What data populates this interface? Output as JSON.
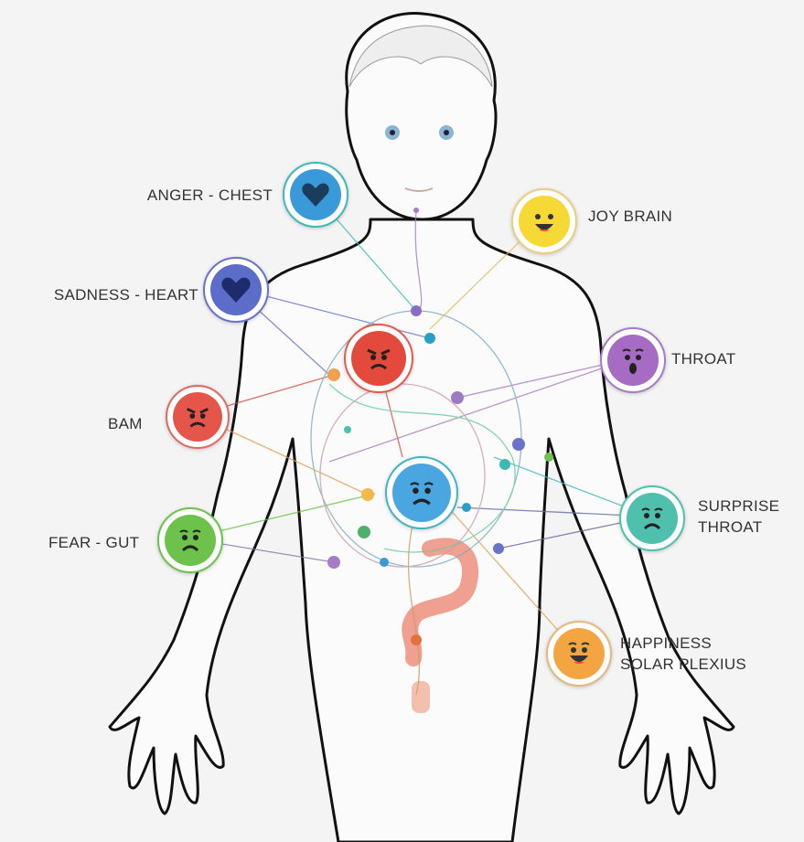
{
  "nodes": [
    {
      "id": "anger-chest",
      "label": "ANGER - CHEST",
      "icon": "heart-icon",
      "color": "#3a9ad9",
      "ring": "#3fb8b8"
    },
    {
      "id": "joy-brain",
      "label": "JOY BRAIN",
      "icon": "happy-face-icon",
      "color": "#f6d934",
      "ring": "#e9cf80"
    },
    {
      "id": "sadness-heart",
      "label": "SADNESS - HEART",
      "icon": "heart-icon",
      "color": "#5b6cc9",
      "ring": "#6a72c9"
    },
    {
      "id": "center-angry",
      "icon": "angry-face-icon",
      "color": "#e34a3c",
      "ring": "#e45a4a"
    },
    {
      "id": "throat",
      "label": "THROAT",
      "icon": "surprised-face-icon",
      "color": "#a66cc4",
      "ring": "#a77cc7"
    },
    {
      "id": "bam",
      "label": "BAM",
      "icon": "angry-face-icon",
      "color": "#e5554a",
      "ring": "#e2675e"
    },
    {
      "id": "center-sad",
      "icon": "sad-face-icon",
      "color": "#4aa6e0",
      "ring": "#3db3c3"
    },
    {
      "id": "surprise-throat",
      "label_line1": "SURPRISE",
      "label_line2": "THROAT",
      "icon": "frown-face-icon",
      "color": "#4fbfae",
      "ring": "#4fbfae"
    },
    {
      "id": "fear-gut",
      "label": "FEAR - GUT",
      "icon": "frown-face-icon",
      "color": "#6cc24a",
      "ring": "#6cc24a"
    },
    {
      "id": "happiness-solar-plexus",
      "label_line1": "HAPPINESS",
      "label_line2": "SOLAR PLEXIUS",
      "icon": "happy-face-icon",
      "color": "#f2a541",
      "ring": "#e5b77d"
    }
  ]
}
